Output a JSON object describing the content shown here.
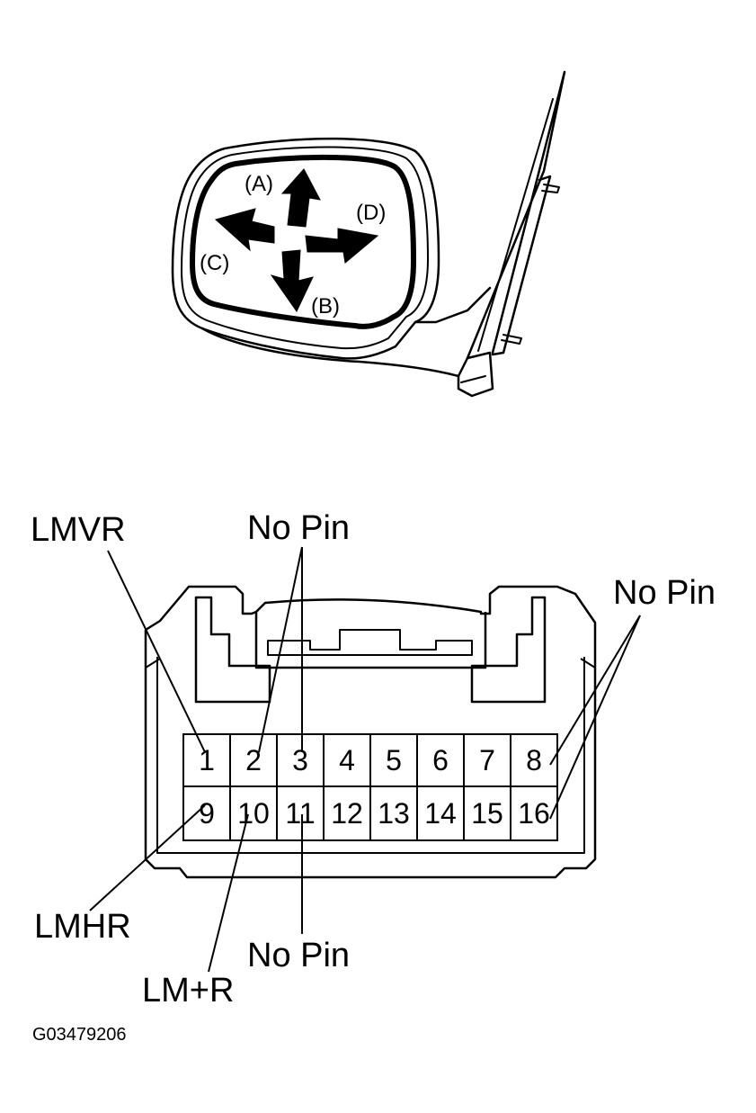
{
  "mirror": {
    "directions": {
      "up": "(A)",
      "down": "(B)",
      "left": "(C)",
      "right": "(D)"
    }
  },
  "connector": {
    "top_row": [
      "1",
      "2",
      "3",
      "4",
      "5",
      "6",
      "7",
      "8"
    ],
    "bottom_row": [
      "9",
      "10",
      "11",
      "12",
      "13",
      "14",
      "15",
      "16"
    ]
  },
  "callouts": {
    "lmvr": "LMVR",
    "no_pin_top": "No Pin",
    "no_pin_right": "No Pin",
    "lmhr": "LMHR",
    "lm_plus_r": "LM+R",
    "no_pin_bottom": "No Pin"
  },
  "figure_code": "G03479206"
}
